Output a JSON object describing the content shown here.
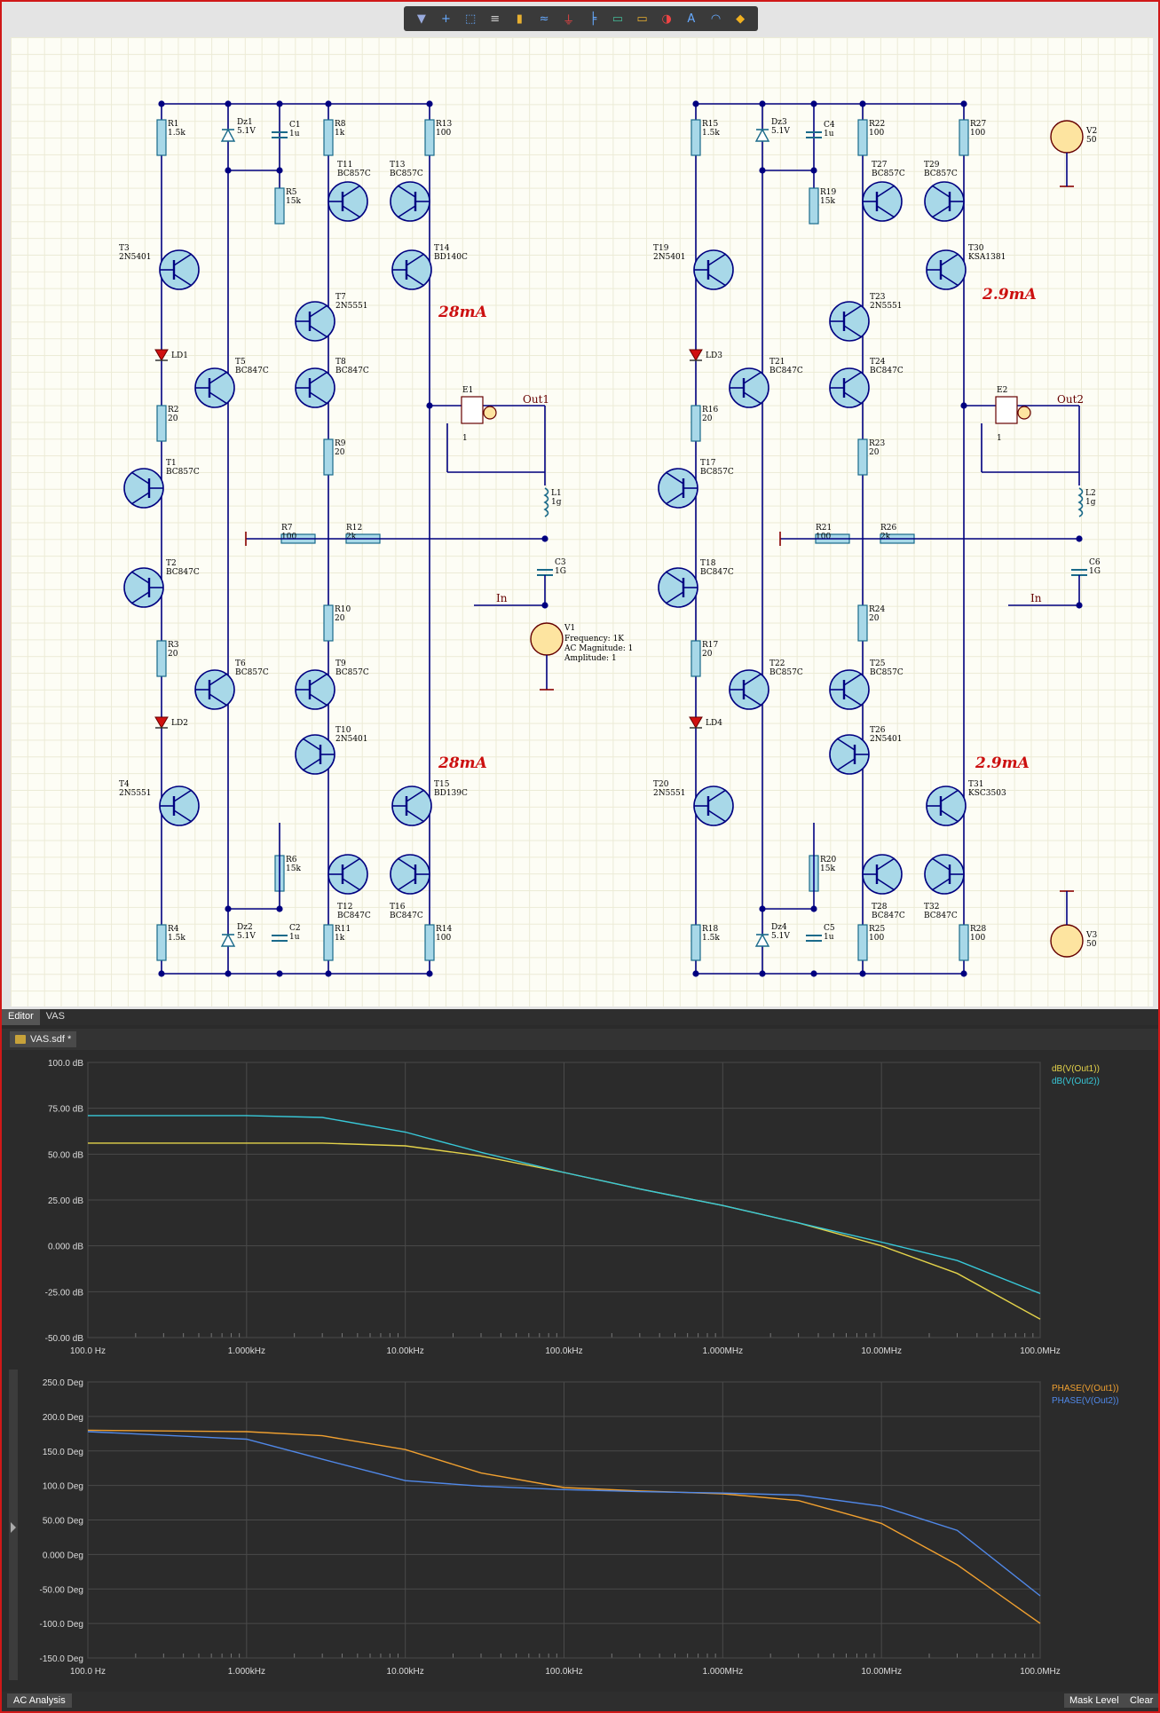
{
  "toolbar": {
    "icons": [
      "filter-icon",
      "crosshair-icon",
      "select-rect-icon",
      "align-icon",
      "component-icon",
      "wire-icon",
      "ground-icon",
      "bus-icon",
      "net-label-icon",
      "port-icon",
      "power-icon",
      "text-icon",
      "arc-icon",
      "probe-icon"
    ]
  },
  "colors": {
    "wire": "#000080",
    "component": "#1a6a8a",
    "component_fill": "#a8d8e8",
    "current_label": "#cc1010",
    "trace_out1": "#e3d24a",
    "trace_out2": "#38c8d8",
    "phase_out1": "#f0a030",
    "phase_out2": "#5088e8",
    "plot_bg": "#2b2b2b",
    "grid": "#4a4a4a"
  },
  "schematic": {
    "current_labels": [
      "28mA",
      "2.9mA",
      "28mA",
      "2.9mA"
    ],
    "left_sheet": {
      "resistors": [
        {
          "ref": "R1",
          "val": "1.5k"
        },
        {
          "ref": "R8",
          "val": "1k"
        },
        {
          "ref": "R13",
          "val": "100"
        },
        {
          "ref": "R5",
          "val": "15k"
        },
        {
          "ref": "R2",
          "val": "20"
        },
        {
          "ref": "R9",
          "val": "20"
        },
        {
          "ref": "R7",
          "val": "100"
        },
        {
          "ref": "R12",
          "val": "2k"
        },
        {
          "ref": "R10",
          "val": "20"
        },
        {
          "ref": "R3",
          "val": "20"
        },
        {
          "ref": "R6",
          "val": "15k"
        },
        {
          "ref": "R4",
          "val": "1.5k"
        },
        {
          "ref": "R11",
          "val": "1k"
        },
        {
          "ref": "R14",
          "val": "100"
        }
      ],
      "transistors": [
        {
          "ref": "T3",
          "val": "2N5401"
        },
        {
          "ref": "T11",
          "val": "BC857C"
        },
        {
          "ref": "T13",
          "val": "BC857C"
        },
        {
          "ref": "T14",
          "val": "BD140C"
        },
        {
          "ref": "T7",
          "val": "2N5551"
        },
        {
          "ref": "T5",
          "val": "BC847C"
        },
        {
          "ref": "T8",
          "val": "BC847C"
        },
        {
          "ref": "T1",
          "val": "BC857C"
        },
        {
          "ref": "T2",
          "val": "BC847C"
        },
        {
          "ref": "T6",
          "val": "BC857C"
        },
        {
          "ref": "T9",
          "val": "BC857C"
        },
        {
          "ref": "T10",
          "val": "2N5401"
        },
        {
          "ref": "T4",
          "val": "2N5551"
        },
        {
          "ref": "T15",
          "val": "BD139C"
        },
        {
          "ref": "T12",
          "val": "BC847C"
        },
        {
          "ref": "T16",
          "val": "BC847C"
        }
      ],
      "others": [
        {
          "ref": "Dz1",
          "val": "5.1V"
        },
        {
          "ref": "C1",
          "val": "1u"
        },
        {
          "ref": "LD1",
          "val": ""
        },
        {
          "ref": "LD2",
          "val": ""
        },
        {
          "ref": "E1",
          "val": ""
        },
        {
          "ref": "L1",
          "val": "1g"
        },
        {
          "ref": "C3",
          "val": "1G"
        },
        {
          "ref": "Dz2",
          "val": "5.1V"
        },
        {
          "ref": "C2",
          "val": "1u"
        }
      ],
      "net_out": "Out1",
      "net_in": "In",
      "source_ref": "V1",
      "source_params": [
        "Frequency: 1K",
        "AC Magnitude: 1",
        "Amplitude: 1"
      ],
      "gain_value": "1"
    },
    "right_sheet": {
      "resistors": [
        {
          "ref": "R15",
          "val": "1.5k"
        },
        {
          "ref": "R22",
          "val": "100"
        },
        {
          "ref": "R27",
          "val": "100"
        },
        {
          "ref": "R19",
          "val": "15k"
        },
        {
          "ref": "R16",
          "val": "20"
        },
        {
          "ref": "R23",
          "val": "20"
        },
        {
          "ref": "R21",
          "val": "100"
        },
        {
          "ref": "R26",
          "val": "2k"
        },
        {
          "ref": "R24",
          "val": "20"
        },
        {
          "ref": "R17",
          "val": "20"
        },
        {
          "ref": "R20",
          "val": "15k"
        },
        {
          "ref": "R18",
          "val": "1.5k"
        },
        {
          "ref": "R25",
          "val": "100"
        },
        {
          "ref": "R28",
          "val": "100"
        }
      ],
      "transistors": [
        {
          "ref": "T19",
          "val": "2N5401"
        },
        {
          "ref": "T27",
          "val": "BC857C"
        },
        {
          "ref": "T29",
          "val": "BC857C"
        },
        {
          "ref": "T30",
          "val": "KSA1381"
        },
        {
          "ref": "T23",
          "val": "2N5551"
        },
        {
          "ref": "T21",
          "val": "BC847C"
        },
        {
          "ref": "T24",
          "val": "BC847C"
        },
        {
          "ref": "T17",
          "val": "BC857C"
        },
        {
          "ref": "T18",
          "val": "BC847C"
        },
        {
          "ref": "T22",
          "val": "BC857C"
        },
        {
          "ref": "T25",
          "val": "BC857C"
        },
        {
          "ref": "T26",
          "val": "2N5401"
        },
        {
          "ref": "T20",
          "val": "2N5551"
        },
        {
          "ref": "T31",
          "val": "KSC3503"
        },
        {
          "ref": "T28",
          "val": "BC847C"
        },
        {
          "ref": "T32",
          "val": "BC847C"
        }
      ],
      "others": [
        {
          "ref": "Dz3",
          "val": "5.1V"
        },
        {
          "ref": "C4",
          "val": "1u"
        },
        {
          "ref": "LD3",
          "val": ""
        },
        {
          "ref": "LD4",
          "val": ""
        },
        {
          "ref": "E2",
          "val": ""
        },
        {
          "ref": "L2",
          "val": "1g"
        },
        {
          "ref": "C6",
          "val": "1G"
        },
        {
          "ref": "Dz4",
          "val": "5.1V"
        },
        {
          "ref": "C5",
          "val": "1u"
        }
      ],
      "net_out": "Out2",
      "net_in": "In",
      "gain_value": "1"
    },
    "supplies": [
      {
        "ref": "V2",
        "val": "50"
      },
      {
        "ref": "V3",
        "val": "50"
      }
    ]
  },
  "tabs": [
    "Editor",
    "VAS"
  ],
  "active_tab": "Editor",
  "document_tab": "VAS.sdf *",
  "chart_data": [
    {
      "type": "line",
      "title": "",
      "xlabel": "",
      "ylabel": "",
      "x_scale": "log",
      "xlim": [
        100,
        100000000
      ],
      "ylim": [
        -50,
        100
      ],
      "x_ticks": [
        "100.0 Hz",
        "1.000kHz",
        "10.00kHz",
        "100.0kHz",
        "1.000MHz",
        "10.00MHz",
        "100.0MHz"
      ],
      "y_ticks": [
        "100.0 dB",
        "75.00 dB",
        "50.00 dB",
        "25.00 dB",
        "0.000 dB",
        "-25.00 dB",
        "-50.00 dB"
      ],
      "grid": true,
      "legend": "top-right",
      "x": [
        100,
        1000,
        3000,
        10000,
        30000,
        100000,
        300000,
        1000000,
        3000000,
        10000000,
        30000000,
        100000000
      ],
      "series": [
        {
          "name": "dB(V(Out1))",
          "values": [
            56,
            56,
            56,
            54.5,
            49,
            40,
            31,
            22,
            12.5,
            0,
            -15,
            -40
          ]
        },
        {
          "name": "dB(V(Out2))",
          "values": [
            71,
            71,
            70,
            62,
            51,
            40,
            31,
            22,
            12.5,
            2,
            -8,
            -26
          ]
        }
      ]
    },
    {
      "type": "line",
      "title": "",
      "xlabel": "",
      "ylabel": "",
      "x_scale": "log",
      "xlim": [
        100,
        100000000
      ],
      "ylim": [
        -150,
        250
      ],
      "x_ticks": [
        "100.0 Hz",
        "1.000kHz",
        "10.00kHz",
        "100.0kHz",
        "1.000MHz",
        "10.00MHz",
        "100.0MHz"
      ],
      "y_ticks": [
        "250.0 Deg",
        "200.0 Deg",
        "150.0 Deg",
        "100.0 Deg",
        "50.00 Deg",
        "0.000 Deg",
        "-50.00 Deg",
        "-100.0 Deg",
        "-150.0 Deg"
      ],
      "grid": true,
      "legend": "top-right",
      "x": [
        100,
        1000,
        3000,
        10000,
        30000,
        100000,
        300000,
        1000000,
        3000000,
        10000000,
        30000000,
        100000000
      ],
      "series": [
        {
          "name": "PHASE(V(Out1))",
          "values": [
            180,
            178,
            172,
            152,
            118,
            97,
            92,
            88,
            78,
            45,
            -15,
            -100
          ]
        },
        {
          "name": "PHASE(V(Out2))",
          "values": [
            178,
            167,
            138,
            107,
            99,
            94,
            91,
            89,
            86,
            70,
            35,
            -60
          ]
        }
      ]
    }
  ],
  "status": {
    "left": "AC Analysis",
    "buttons": [
      "Mask Level",
      "Clear"
    ]
  }
}
